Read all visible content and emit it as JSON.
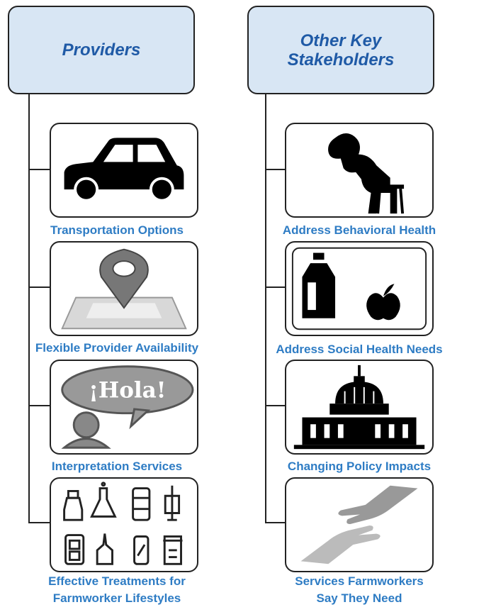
{
  "columns": [
    {
      "header": "Providers",
      "items": [
        {
          "label": "Transportation Options",
          "icon": "car-icon"
        },
        {
          "label": "Flexible Provider Availability",
          "icon": "map-pin-icon"
        },
        {
          "label": "Interpretation Services",
          "icon": "speech-bubble-icon",
          "bubble_text": "¡Hola!"
        },
        {
          "label": "Effective Treatments for\nFarmworker Lifestyles",
          "icon": "medicine-icon"
        }
      ]
    },
    {
      "header": "Other Key\nStakeholders",
      "items": [
        {
          "label": "Address Behavioral Health",
          "icon": "distressed-person-icon"
        },
        {
          "label": "Address Social Health Needs",
          "icon": "food-icon"
        },
        {
          "label": "Changing Policy Impacts",
          "icon": "capitol-building-icon"
        },
        {
          "label": "Services Farmworkers\nSay They Need",
          "icon": "helping-hands-icon"
        }
      ]
    }
  ],
  "colors": {
    "header_fill": "#d8e6f4",
    "header_text": "#1f5aa6",
    "label_text": "#2e7cc4",
    "lines": "#222222"
  }
}
